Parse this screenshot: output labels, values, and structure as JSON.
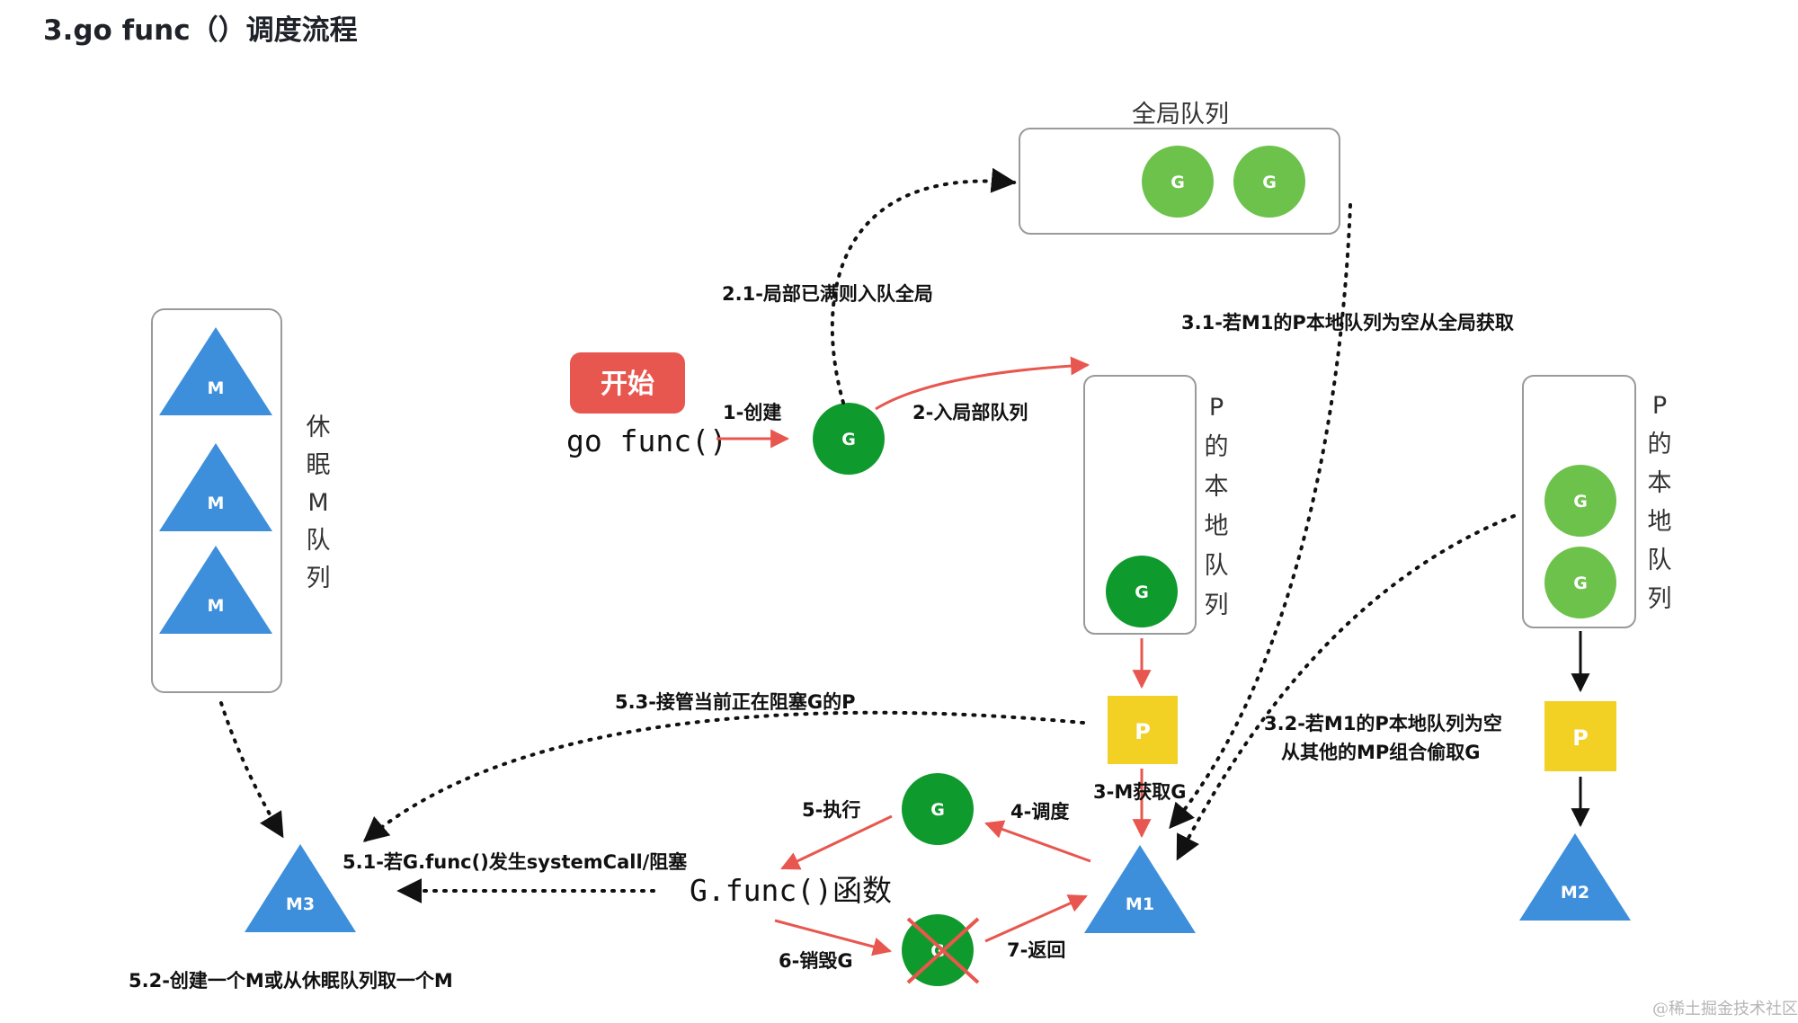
{
  "heading": "3.go func（）调度流程",
  "colors": {
    "red": "#e8574f",
    "start_box": "#e8574f",
    "green_light": "#6cc24a",
    "green_dark": "#0f9a2d",
    "blue_triangle": "#3d8fdc",
    "yellow_p": "#f2d124",
    "box_border": "#9a9a9a"
  },
  "nodes": {
    "start": "开始",
    "go_func": "go func()",
    "g": "G",
    "p": "P",
    "m": "M",
    "m1": "M1",
    "m2": "M2",
    "m3": "M3",
    "g_func": "G.func()函数"
  },
  "boxes": {
    "global_queue": "全局队列",
    "sleep_queue": [
      "休",
      "眠",
      "M",
      "队",
      "列"
    ],
    "local_queue": [
      "P",
      "的",
      "本",
      "地",
      "队",
      "列"
    ]
  },
  "labels": {
    "create": "1-创建",
    "enqueue_local": "2-入局部队列",
    "enqueue_global": "2.1-局部已满则入队全局",
    "m_get_g": "3-M获取G",
    "get_from_global": "3.1-若M1的P本地队列为空从全局获取",
    "steal_line1": "3.2-若M1的P本地队列为空",
    "steal_line2": "从其他的MP组合偷取G",
    "schedule": "4-调度",
    "execute": "5-执行",
    "syscall": "5.1-若G.func()发生systemCall/阻塞",
    "create_m": "5.2-创建一个M或从休眠队列取一个M",
    "take_over_p": "5.3-接管当前正在阻塞G的P",
    "destroy_g": "6-销毁G",
    "return": "7-返回"
  },
  "watermark": "@稀土掘金技术社区"
}
